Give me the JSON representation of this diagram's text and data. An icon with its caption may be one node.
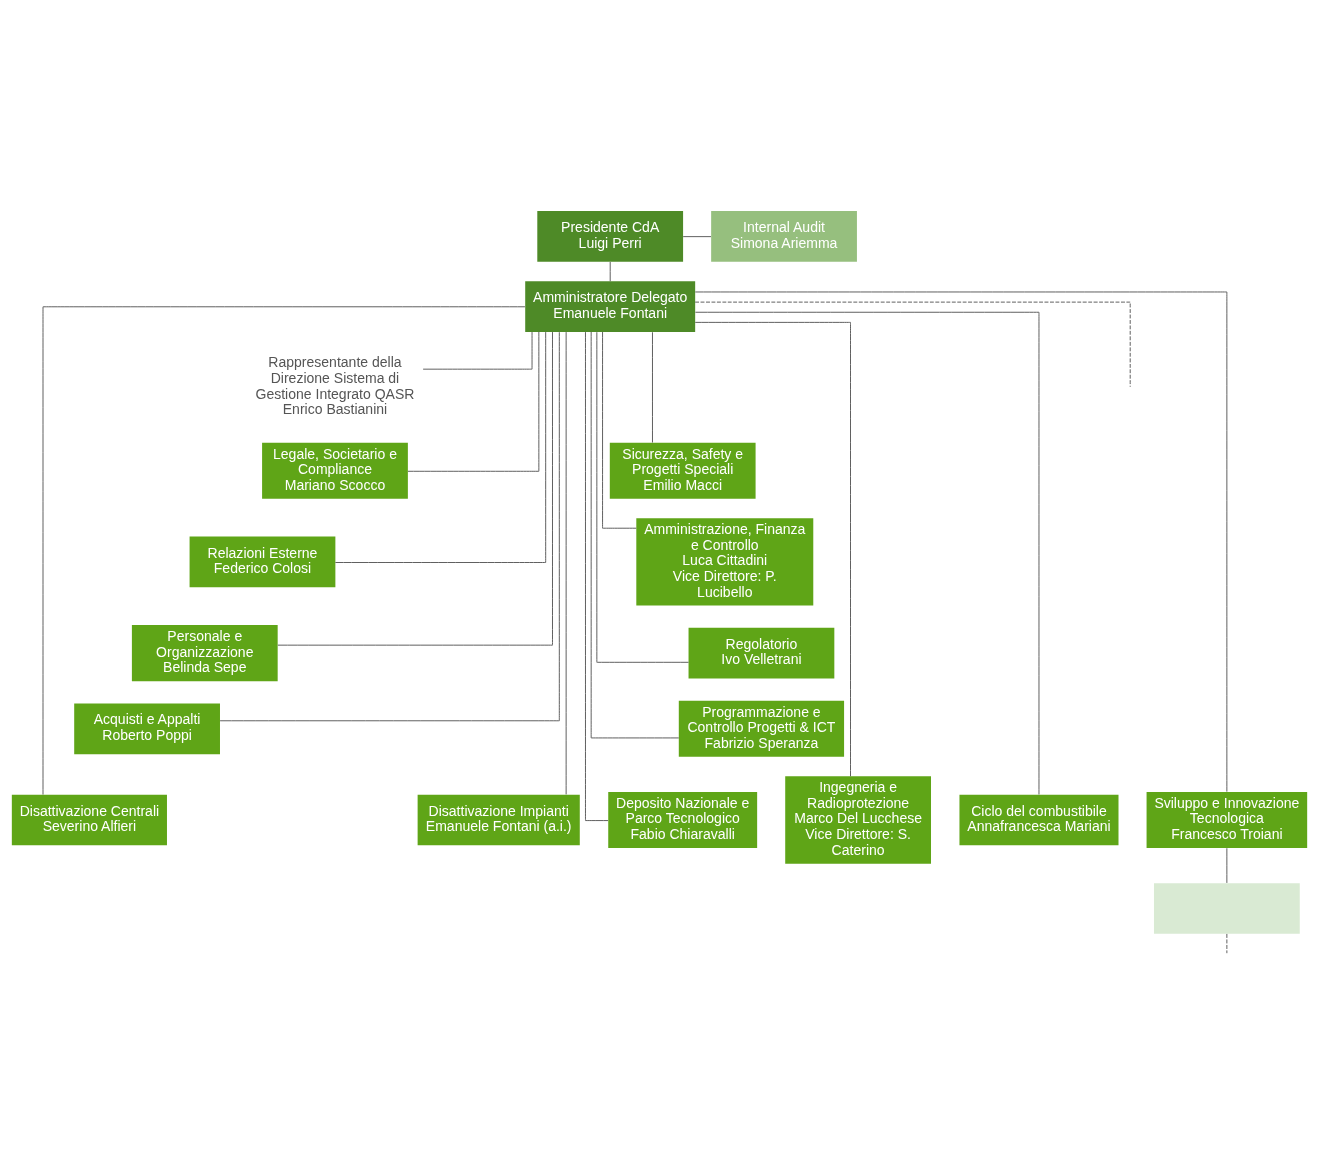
{
  "diagram": {
    "nodes": [
      {
        "text": [
          "Presidente CdA",
          "Luigi Perri"
        ]
      },
      {
        "text": [
          "Internal Audit",
          "Simona Ariemma"
        ]
      },
      {
        "text": [
          "Amministratore Delegato",
          "Emanuele Fontani"
        ]
      },
      {
        "text": [
          "Rappresentante della Direzione Sistema di Gestione Integrato QASR",
          "Enrico Bastianini"
        ]
      },
      {
        "text": [
          "Legale, Societario e Compliance",
          "Mariano Scocco"
        ]
      },
      {
        "text": [
          "Sicurezza, Safety e Progetti Speciali",
          "Emilio Macci"
        ]
      },
      {
        "text": [
          "Relazioni Esterne",
          "Federico Colosi"
        ]
      },
      {
        "text": [
          "Amministrazione, Finanza e Controllo",
          "Luca Cittadini",
          "Vice Direttore: P. Lucibello"
        ]
      },
      {
        "text": [
          "Personale e Organizzazione",
          "Belinda Sepe"
        ]
      },
      {
        "text": [
          "Regolatorio",
          "Ivo Velletrani"
        ]
      },
      {
        "text": [
          "Acquisti e Appalti",
          "Roberto Poppi"
        ]
      },
      {
        "text": [
          "Programmazione e Controllo Progetti & ICT",
          "Fabrizio Speranza"
        ]
      },
      {
        "text": [
          "Disattivazione Centrali",
          "Severino Alfieri"
        ]
      },
      {
        "text": [
          "Disattivazione Impianti",
          "Emanuele Fontani (a.i.)"
        ]
      },
      {
        "text": [
          "Ingegneria e Radioprotezione",
          "Marco Del Lucchese",
          "Vice Direttore: S. Caterino"
        ]
      },
      {
        "text": [
          "Ciclo del combustibile",
          "Annafrancesca Mariani"
        ]
      },
      {
        "text": [
          "Sviluppo e Innovazione Tecnologica",
          "Francesco Troiani"
        ]
      },
      {
        "text": [
          "Deposito Nazionale e Parco Tecnologico",
          "Fabio Chiaravalli"
        ]
      },
      {
        "text": [],
        "shape": "box"
      }
    ],
    "edges": [
      {
        "from": 0,
        "to": 1,
        "arrow": "none"
      },
      {
        "from": 0,
        "to": 2,
        "arrow": "none"
      },
      {
        "from": 2,
        "to": null,
        "arrow": "none",
        "style": "dashed"
      },
      {
        "from": 2,
        "to": 3,
        "arrow": "none"
      },
      {
        "from": 2,
        "to": 4,
        "arrow": "none"
      },
      {
        "from": 2,
        "to": 5,
        "arrow": "none"
      },
      {
        "from": 2,
        "to": 6,
        "arrow": "none"
      },
      {
        "from": 2,
        "to": 7,
        "arrow": "none"
      },
      {
        "from": 2,
        "to": 8,
        "arrow": "none"
      },
      {
        "from": 2,
        "to": 9,
        "arrow": "none"
      },
      {
        "from": 2,
        "to": 10,
        "arrow": "none"
      },
      {
        "from": 2,
        "to": 11,
        "arrow": "none"
      },
      {
        "from": 2,
        "to": 12,
        "arrow": "none"
      },
      {
        "from": 2,
        "to": 13,
        "arrow": "none"
      },
      {
        "from": 2,
        "to": 14,
        "arrow": "none"
      },
      {
        "from": 2,
        "to": 15,
        "arrow": "none"
      },
      {
        "from": 2,
        "to": 16,
        "arrow": "none"
      },
      {
        "from": 2,
        "to": 17,
        "arrow": "none"
      },
      {
        "from": 16,
        "to": 18,
        "arrow": "none"
      },
      {
        "from": 18,
        "to": null,
        "arrow": "none",
        "style": "dashed"
      }
    ]
  }
}
